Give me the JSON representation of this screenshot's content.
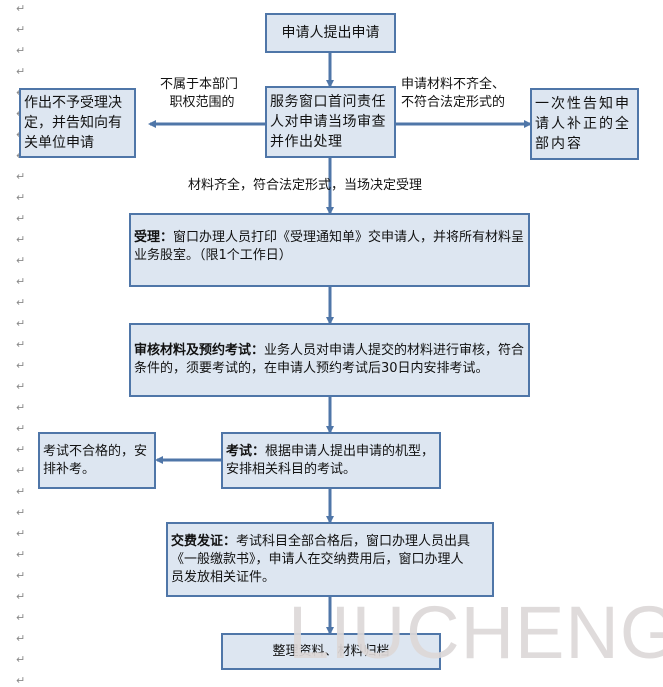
{
  "colors": {
    "box_fill": "#dde6f1",
    "box_border": "#4f76a8",
    "connector": "#4f76a8",
    "watermark": "#ddd8d8",
    "paragraph_mark": "#8a8a8a"
  },
  "paragraph_mark_glyph": "↵",
  "nodes": {
    "apply": {
      "text": "申请人提出申请"
    },
    "review": {
      "text": "服务窗口首问责任人对申请当场审查并作出处理"
    },
    "reject": {
      "text": "作出不予受理决定，并告知向有关单位申请"
    },
    "notify": {
      "text": "一次性告知申请人补正的全部内容"
    },
    "accept": {
      "title": "受理：",
      "text": "窗口办理人员打印《受理通知单》交申请人，并将所有材料呈业务股室。（限1个工作日）"
    },
    "audit": {
      "title": "审核材料及预约考试：",
      "text": "业务人员对申请人提交的材料进行审核，符合条件的，须要考试的，在申请人预约考试后30日内安排考试。"
    },
    "exam": {
      "title": "考试：",
      "text": "根据申请人提出申请的机型，安排相关科目的考试。"
    },
    "retake": {
      "text": "考试不合格的，安排补考。"
    },
    "issue": {
      "title": "交费发证：",
      "text": "考试科目全部合格后，窗口办理人员出具《一般缴款书》，申请人在交纳费用后，窗口办理人员发放相关证件。"
    },
    "archive": {
      "text": "整理资料、材料归档"
    }
  },
  "edge_labels": {
    "not_in_scope_line1": "不属于本部门",
    "not_in_scope_line2": "职权范围的",
    "incomplete_line1": "申请材料不齐全、",
    "incomplete_line2": "不符合法定形式的",
    "complete": "材料齐全，符合法定形式，当场决定受理"
  },
  "watermark": "LIUCHENG"
}
